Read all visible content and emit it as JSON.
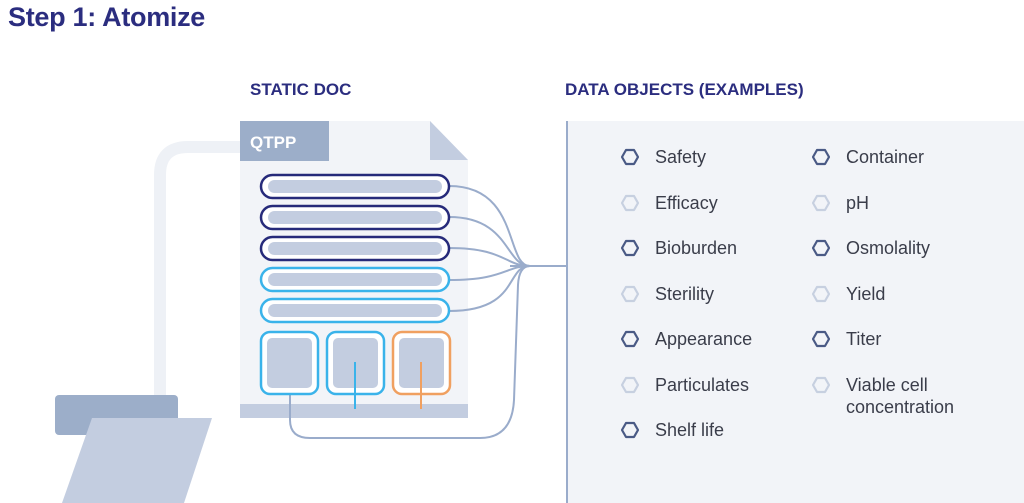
{
  "title": "Step 1: Atomize",
  "left_heading": "STATIC DOC",
  "right_heading": "DATA OBJECTS (EXAMPLES)",
  "doc_tab": "QTPP",
  "colors": {
    "title": "#2b2d7f",
    "dark_blue": "#262a7a",
    "light_blue": "#3ab3ea",
    "orange": "#f0a060",
    "field_fill": "#c3cde0",
    "tab_fill": "#9caec9",
    "connector": "#9aaccb"
  },
  "objects_left": [
    {
      "label": "Safety",
      "style": "dark"
    },
    {
      "label": "Efficacy",
      "style": "light"
    },
    {
      "label": "Bioburden",
      "style": "dark"
    },
    {
      "label": "Sterility",
      "style": "light"
    },
    {
      "label": "Appearance",
      "style": "dark"
    },
    {
      "label": "Particulates",
      "style": "light"
    },
    {
      "label": "Shelf life",
      "style": "dark"
    }
  ],
  "objects_right": [
    {
      "label": "Container",
      "style": "dark"
    },
    {
      "label": "pH",
      "style": "light"
    },
    {
      "label": "Osmolality",
      "style": "dark"
    },
    {
      "label": "Yield",
      "style": "light"
    },
    {
      "label": "Titer",
      "style": "dark"
    },
    {
      "label": "Viable cell concentration",
      "style": "light"
    }
  ]
}
